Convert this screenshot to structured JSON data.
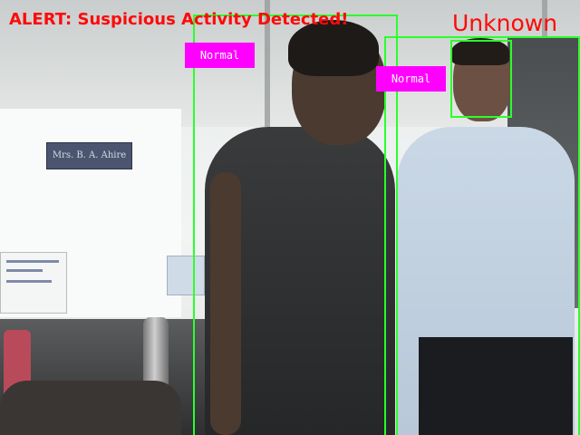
{
  "scene": {
    "name_plate": "Mrs. B. A. Ahire"
  },
  "overlay": {
    "alert_text": "ALERT: Suspicious Activity Detected!",
    "face_label": "Unknown",
    "detections": [
      {
        "label": "Normal"
      },
      {
        "label": "Normal"
      }
    ],
    "colors": {
      "box": "#2bff2b",
      "tag_bg": "#ff00ff",
      "tag_text": "#ffffff",
      "alert": "#ff0a0a"
    }
  }
}
